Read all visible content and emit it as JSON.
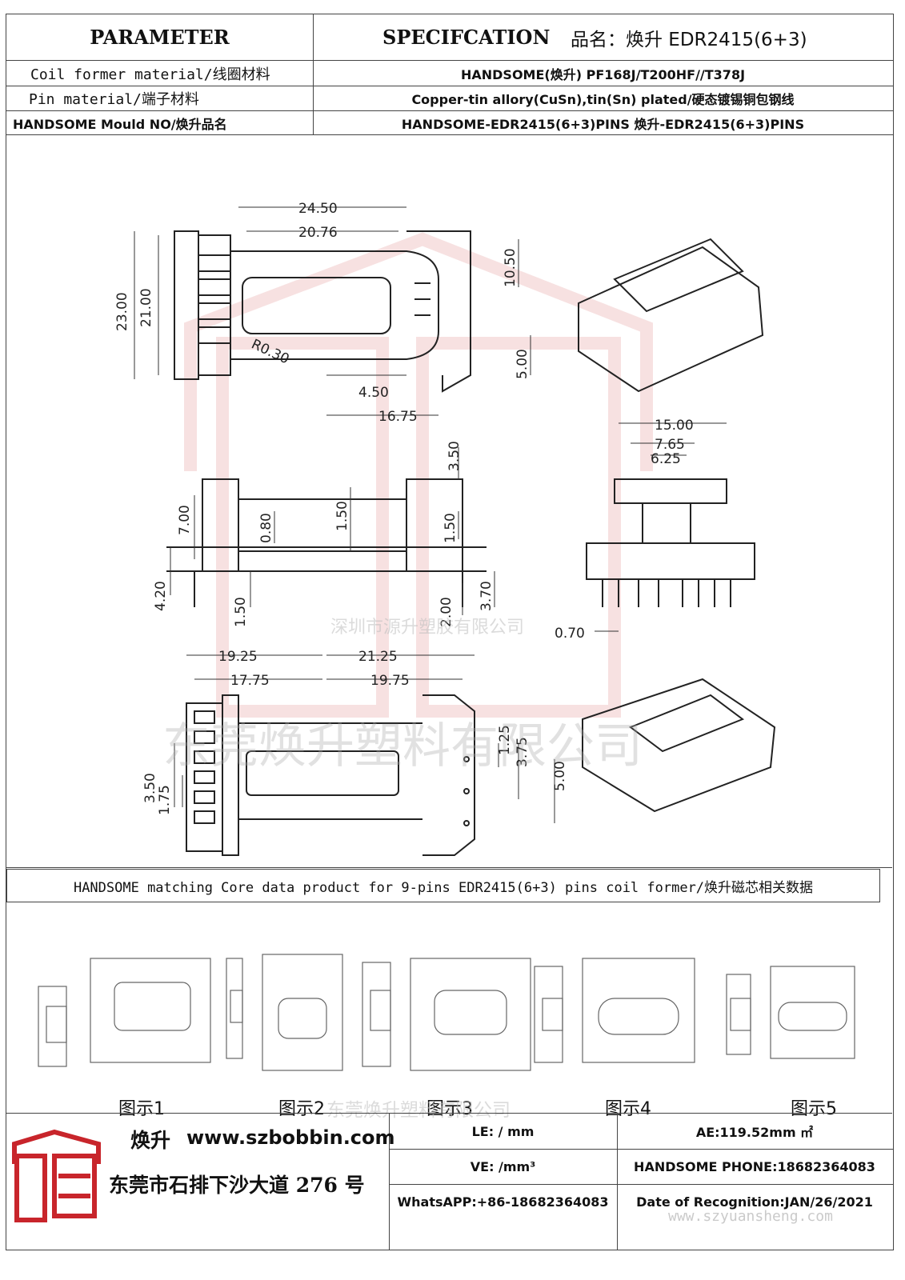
{
  "header": {
    "parameter": "PARAMETER",
    "specification": "SPECIFCATION",
    "product_name_label": "品名：焕升 EDR2415(6+3)"
  },
  "rows": [
    {
      "param": "Coil former material/线圈材料",
      "spec": "HANDSOME(焕升)   PF168J/T200HF//T378J"
    },
    {
      "param": "Pin material/端子材料",
      "spec": "Copper-tin allory(CuSn),tin(Sn) plated/硬态镀锡铜包钢线"
    },
    {
      "param": "HANDSOME Mould NO/焕升品名",
      "spec": "HANDSOME-EDR2415(6+3)PINS   焕升-EDR2415(6+3)PINS"
    }
  ],
  "dimensions": {
    "top_view": [
      "24.50",
      "20.76",
      "23.00",
      "21.00",
      "R0.30",
      "10.50",
      "5.00",
      "4.50",
      "16.75"
    ],
    "side_view": [
      "7.00",
      "0.80",
      "1.50",
      "3.50",
      "1.50",
      "4.20",
      "1.50",
      "3.70",
      "2.00"
    ],
    "end_view": [
      "15.00",
      "7.65",
      "6.25",
      "0.70"
    ],
    "bottom_view": [
      "19.25",
      "17.75",
      "21.25",
      "19.75",
      "3.50",
      "1.75",
      "1.25",
      "3.75",
      "5.00"
    ]
  },
  "watermarks": {
    "line1": "深圳市源升塑胶有限公司",
    "line2": "东莞焕升塑料有限公司",
    "line3": "东莞焕升塑料有限公司",
    "url": "www.szyuansheng.com"
  },
  "core_banner": "HANDSOME matching Core data  product for 9-pins EDR2415(6+3) pins coil former/焕升磁芯相关数据",
  "figures": [
    "图示1",
    "图示2",
    "图示3",
    "图示4",
    "图示5"
  ],
  "footer": {
    "brand": "焕升",
    "website": "www.szbobbin.com",
    "address": "东莞市石排下沙大道 276 号",
    "le": "LE: / mm",
    "ae": "AE:119.52mm ㎡",
    "ve": "VE:   /mm³",
    "phone": "HANDSOME PHONE:18682364083",
    "whatsapp": "WhatsAPP:+86-18682364083",
    "date": "Date of Recognition:JAN/26/2021"
  },
  "colors": {
    "logo_red": "#c8252b",
    "border": "#444444"
  },
  "icons": {
    "logo": "handsome-logo-icon"
  }
}
